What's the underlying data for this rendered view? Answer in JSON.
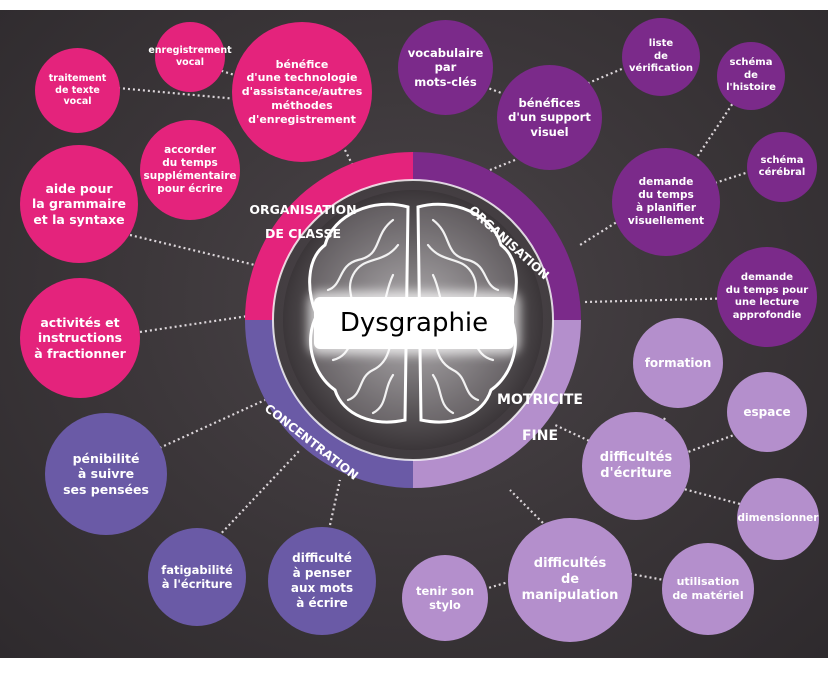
{
  "title": "Dysgraphie",
  "colors": {
    "magenta": "#e4237c",
    "dark_purple": "#7b2a8a",
    "blue_purple": "#6a5aa6",
    "lilac": "#b48fcc",
    "background": "#3a3538"
  },
  "sectors": {
    "organisation_classe": "ORGANISATION\nDE CLASSE",
    "organisation": "ORGANISATION",
    "concentration": "CONCENTRATION",
    "motricite": "MOTRICITE\nFINE"
  },
  "nodes": {
    "enregistrement": "enregistrement\nvocal",
    "traitement": "traitement\nde texte\nvocal",
    "benefice_technologie": "bénéfice\nd'une technologie\nd'assistance/autres\nméthodes\nd'enregistrement",
    "accorder_temps": "accorder\ndu temps\nsupplémentaire\npour écrire",
    "aide_grammaire": "aide pour\nla grammaire\net la syntaxe",
    "activites": "activités et\ninstructions\nà fractionner",
    "penibilite": "pénibilité\nà suivre\nses pensées",
    "fatigabilite": "fatigabilité\nà l'écriture",
    "difficulte_penser": "difficulté\nà penser\naux mots\nà écrire",
    "vocabulaire": "vocabulaire\npar\nmots-clés",
    "liste": "liste\nde\nvérification",
    "benefices_support": "bénéfices\nd'un support\nvisuel",
    "schema_histoire": "schéma\nde\nl'histoire",
    "schema_cerebral": "schéma\ncérébral",
    "demande_planifier": "demande\ndu temps\nà planifier\nvisuellement",
    "demande_lecture": "demande\ndu temps pour\nune lecture\napprofondie",
    "formation": "formation",
    "espace": "espace",
    "difficultes_ecriture": "difficultés\nd'écriture",
    "dimensionner": "dimensionner",
    "difficultes_manipulation": "difficultés\nde\nmanipulation",
    "tenir_stylo": "tenir son\nstylo",
    "utilisation_materiel": "utilisation\nde matériel"
  }
}
